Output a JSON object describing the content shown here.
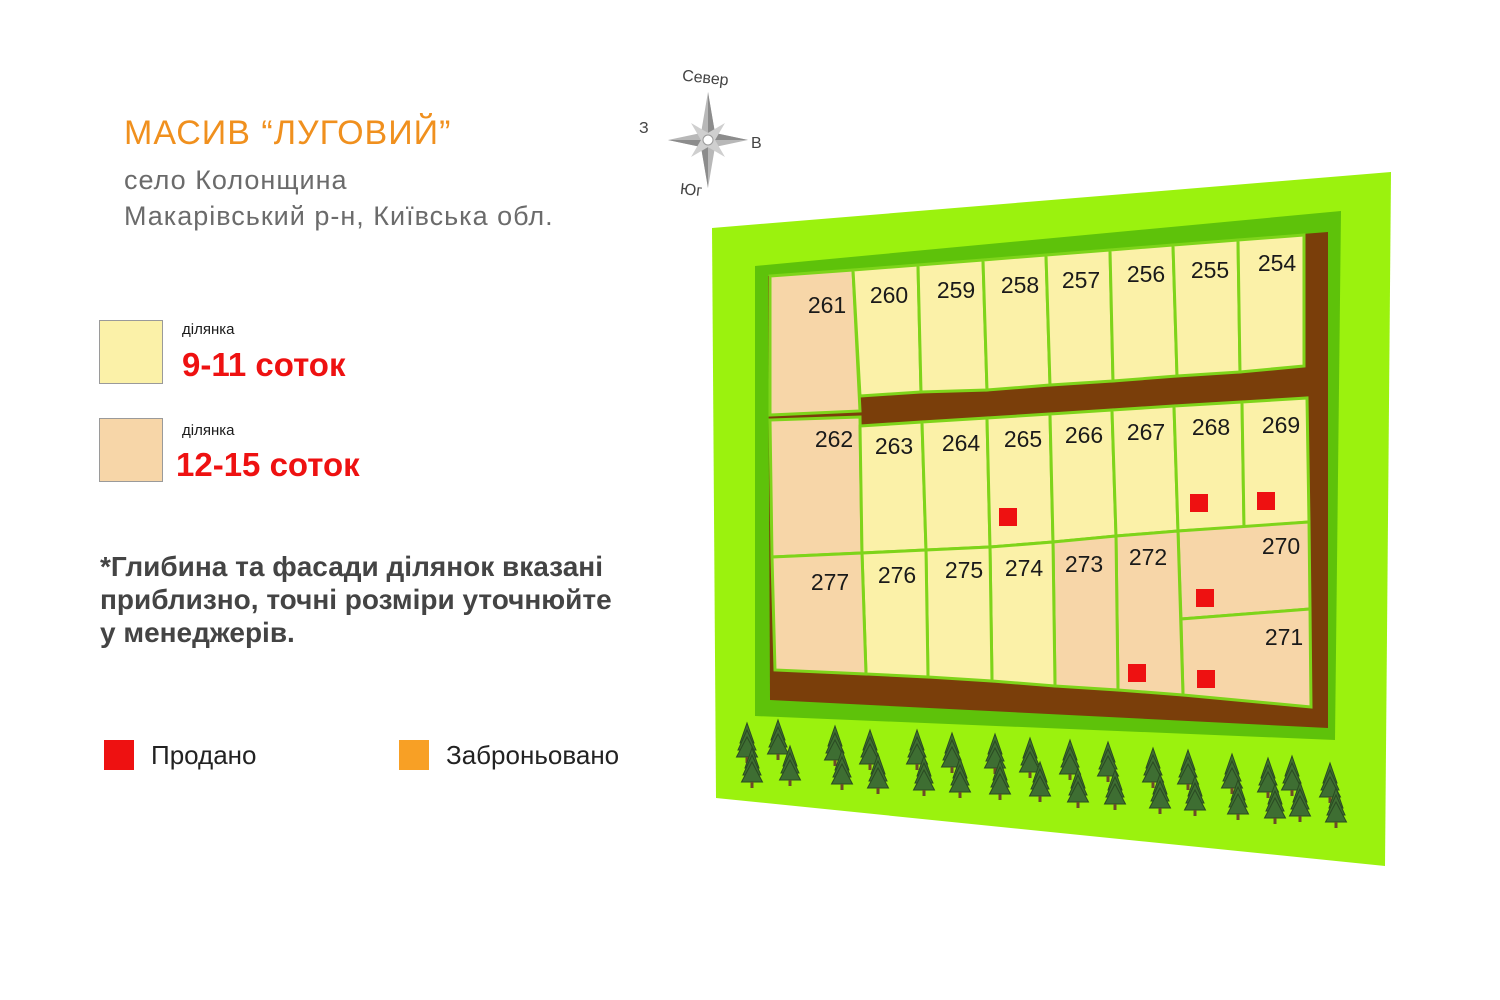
{
  "header": {
    "title": "МАСИВ “ЛУГОВИЙ”",
    "village": "село Колонщина",
    "region": "Макарівський р-н, Київська обл."
  },
  "compass": {
    "north": "Север",
    "south": "Юг",
    "west": "З",
    "east": "В"
  },
  "legend": {
    "small": {
      "label": "ділянка",
      "size": "9-11 соток",
      "color": "#fbf1a8"
    },
    "large": {
      "label": "ділянка",
      "size": "12-15 соток",
      "color": "#f7d6a8"
    }
  },
  "note": {
    "line1": "*Глибина та фасади ділянок вказані",
    "line2": "приблизно, точні розміри уточнюйте",
    "line3": "у менеджерів."
  },
  "status_legend": {
    "sold": {
      "label": "Продано",
      "color": "#ee1111"
    },
    "reserved": {
      "label": "Заброньовано",
      "color": "#f8a025"
    }
  },
  "colors": {
    "outer_grass": "#9bf20e",
    "inner_grass": "#5ec20a",
    "road": "#7a3e0a",
    "plot_divider": "#7ed41a"
  },
  "plots": [
    {
      "number": "261",
      "size": "large",
      "status": "available"
    },
    {
      "number": "260",
      "size": "small",
      "status": "available"
    },
    {
      "number": "259",
      "size": "small",
      "status": "available"
    },
    {
      "number": "258",
      "size": "small",
      "status": "available"
    },
    {
      "number": "257",
      "size": "small",
      "status": "available"
    },
    {
      "number": "256",
      "size": "small",
      "status": "available"
    },
    {
      "number": "255",
      "size": "small",
      "status": "available"
    },
    {
      "number": "254",
      "size": "small",
      "status": "available"
    },
    {
      "number": "262",
      "size": "large",
      "status": "available"
    },
    {
      "number": "263",
      "size": "small",
      "status": "available"
    },
    {
      "number": "264",
      "size": "small",
      "status": "available"
    },
    {
      "number": "265",
      "size": "small",
      "status": "sold"
    },
    {
      "number": "266",
      "size": "small",
      "status": "available"
    },
    {
      "number": "267",
      "size": "small",
      "status": "available"
    },
    {
      "number": "268",
      "size": "small",
      "status": "sold"
    },
    {
      "number": "269",
      "size": "small",
      "status": "sold"
    },
    {
      "number": "270",
      "size": "large",
      "status": "sold"
    },
    {
      "number": "271",
      "size": "large",
      "status": "sold"
    },
    {
      "number": "272",
      "size": "large",
      "status": "sold"
    },
    {
      "number": "273",
      "size": "large",
      "status": "available"
    },
    {
      "number": "274",
      "size": "small",
      "status": "available"
    },
    {
      "number": "275",
      "size": "small",
      "status": "available"
    },
    {
      "number": "276",
      "size": "small",
      "status": "available"
    },
    {
      "number": "277",
      "size": "large",
      "status": "available"
    }
  ]
}
